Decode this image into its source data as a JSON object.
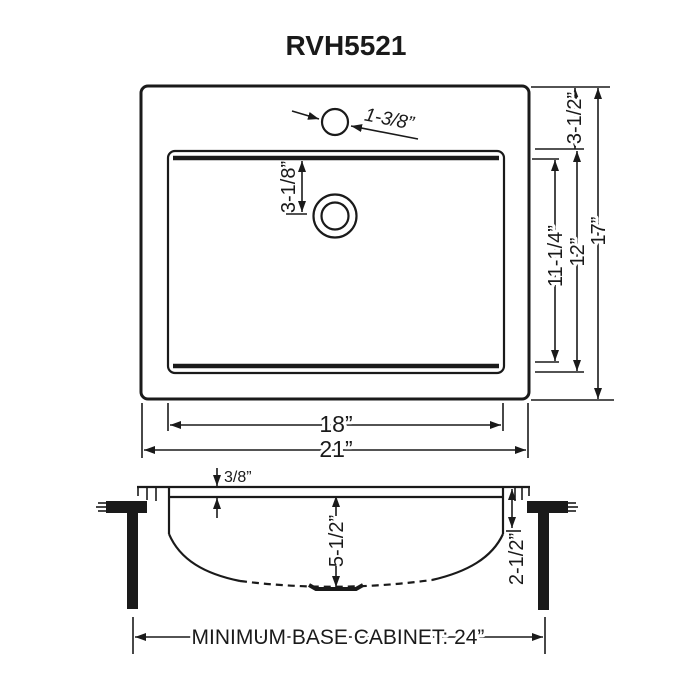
{
  "title": "RVH5521",
  "top_view": {
    "faucet_hole": "1-3/8”",
    "drain_from_rim": "3-1/8”",
    "deck_to_bowl": "3-1/2”",
    "bowl_inner_length": "11-1/4”",
    "bowl_outer_length": "12”",
    "overall_depth": "17”",
    "bowl_width": "18”",
    "overall_width": "21”"
  },
  "section_view": {
    "rim_thickness": "3/8”",
    "bowl_depth": "5-1/2”",
    "straight_wall_depth": "2-1/2”",
    "base_cabinet_note": "MINIMUM BASE CABINET: 24”"
  }
}
